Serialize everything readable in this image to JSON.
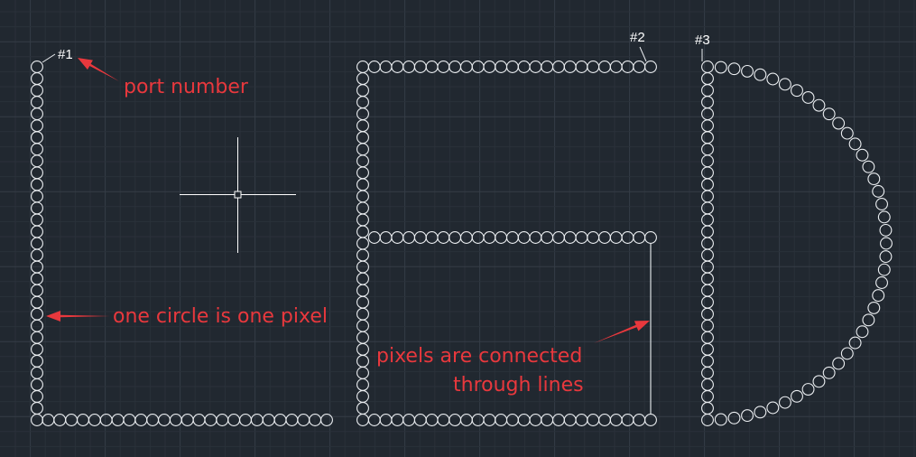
{
  "colors": {
    "background": "#212830",
    "grid_minor": "#2a313a",
    "grid_major": "#353c46",
    "geometry": "#eceff2",
    "annotation": "#e8383d",
    "crosshair": "#ffffff"
  },
  "ports": {
    "port_1": "#1",
    "port_2": "#2",
    "port_3": "#3"
  },
  "annotations": {
    "port_number": "port number",
    "one_circle": "one circle is one pixel",
    "connected_line1": "pixels are connected",
    "connected_line2": "through lines"
  },
  "icons": {
    "cursor": "crosshair-cursor-icon",
    "arrow": "arrow-icon"
  }
}
